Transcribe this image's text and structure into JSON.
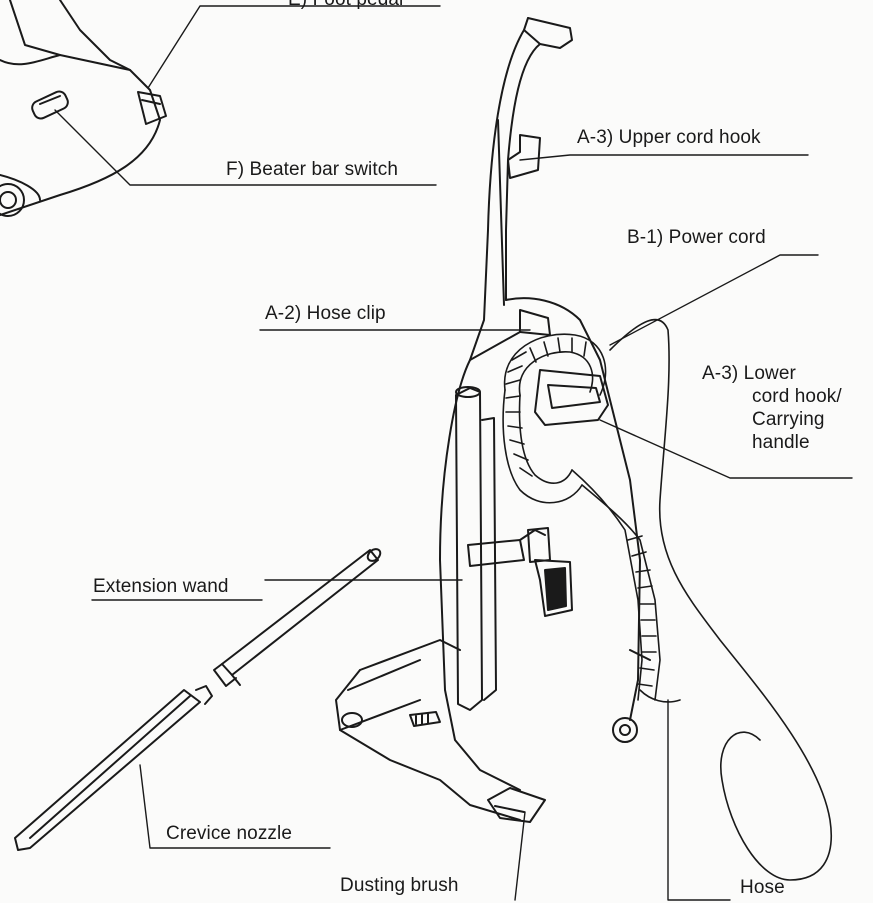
{
  "labels": {
    "foot_pedal": "E) Foot pedal",
    "beater_bar_switch": "F) Beater bar switch",
    "upper_cord_hook": "A-3) Upper cord hook",
    "power_cord": "B-1) Power cord",
    "hose_clip": "A-2) Hose clip",
    "lower_cord_hook": {
      "line1": "A-3)  Lower",
      "line2": "cord hook/",
      "line3": "Carrying",
      "line4": "handle"
    },
    "extension_wand": "Extension wand",
    "crevice_nozzle": "Crevice nozzle",
    "dusting_brush": "Dusting brush",
    "hose": "Hose"
  },
  "colors": {
    "ink": "#1a1a1a",
    "paper": "#fbfbfa"
  }
}
